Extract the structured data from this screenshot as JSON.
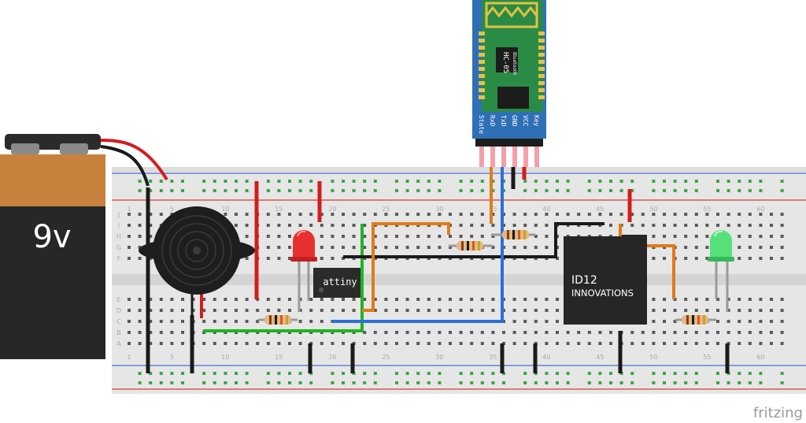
{
  "battery": {
    "label": "9v"
  },
  "bluetooth": {
    "chip_title": "HC-05",
    "chip_subtitle": "Bluetooth",
    "pins": [
      "State",
      "RxD",
      "TxD",
      "GND",
      "VCC",
      "Key"
    ]
  },
  "attiny": {
    "label": "attiny"
  },
  "rfid": {
    "line1": "ID12",
    "line2": "INNOVATIONS"
  },
  "breadboard": {
    "col_numbers_top": [
      "1",
      "5",
      "10",
      "15",
      "20",
      "25",
      "30",
      "35",
      "40",
      "45",
      "50",
      "55",
      "60"
    ],
    "col_numbers_bottom": [
      "1",
      "5",
      "10",
      "15",
      "20",
      "25",
      "30",
      "35",
      "40",
      "45",
      "50",
      "55",
      "60"
    ],
    "row_letters_top": [
      "J",
      "I",
      "H",
      "G",
      "F"
    ],
    "row_letters_bottom": [
      "E",
      "D",
      "C",
      "B",
      "A"
    ]
  },
  "colors": {
    "wire_red": "#d41c1c",
    "wire_black": "#1a1a1a",
    "wire_green": "#1fb51f",
    "wire_orange": "#e07b1a",
    "wire_blue": "#2a6fd6",
    "battery_top": "#c8813c",
    "module_blue": "#2f6fb6"
  },
  "watermark": "fritzing"
}
